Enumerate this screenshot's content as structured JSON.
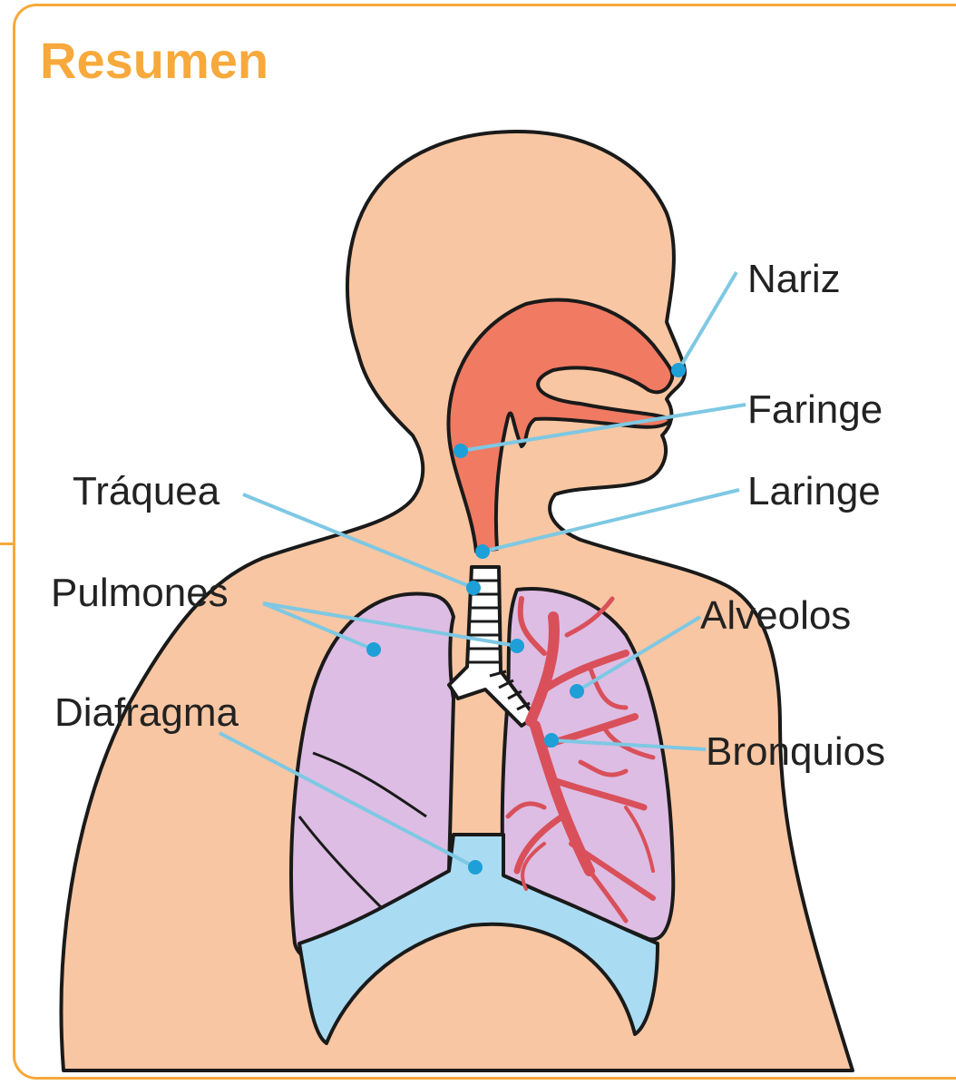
{
  "header": {
    "title": "Resumen"
  },
  "colors": {
    "accent": "#f7a93b",
    "skin": "#f8c6a2",
    "airway": "#f07a62",
    "lungs": "#ddbde3",
    "diaphragm": "#a9dcf2",
    "bronchi": "#d9505a",
    "pointer": "#7ec8e3",
    "dot": "#1e9fd8"
  },
  "labels": {
    "nariz": "Nariz",
    "faringe": "Faringe",
    "laringe": "Laringe",
    "traquea": "Tráquea",
    "pulmones": "Pulmones",
    "alveolos": "Alveolos",
    "diafragma": "Diafragma",
    "bronquios": "Bronquios"
  }
}
